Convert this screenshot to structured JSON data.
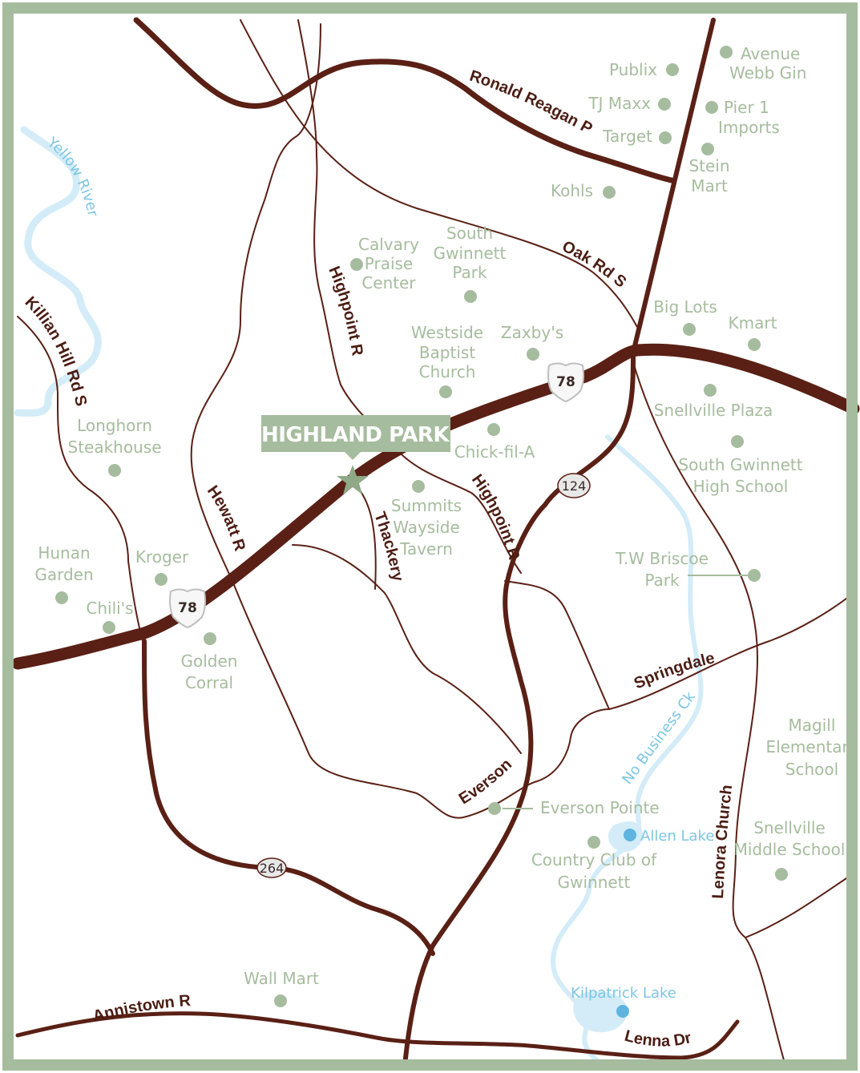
{
  "map": {
    "highlight": "HIGHLAND PARK",
    "colors": {
      "frame": "#a6bc9e",
      "road": "#5a2015",
      "poi": "#a6bc9e",
      "water": "#d3ecf8",
      "water_label": "#7cc6e4",
      "lake": "#5fb3df"
    },
    "poi": {
      "publix": "Publix",
      "avenue_webb_gin_1": "Avenue",
      "avenue_webb_gin_2": "Webb Gin",
      "tj_maxx": "TJ Maxx",
      "pier1_1": "Pier 1",
      "pier1_2": "Imports",
      "target": "Target",
      "stein_mart_1": "Stein",
      "stein_mart_2": "Mart",
      "kohls": "Kohls",
      "calvary_1": "Calvary",
      "calvary_2": "Praise",
      "calvary_3": "Center",
      "sgpark_1": "South",
      "sgpark_2": "Gwinnett",
      "sgpark_3": "Park",
      "westside_1": "Westside",
      "westside_2": "Baptist",
      "westside_3": "Church",
      "zaxbys": "Zaxby's",
      "big_lots": "Big Lots",
      "kmart": "Kmart",
      "snellville_plaza": "Snellville Plaza",
      "chick_fil_a": "Chick-fil-A",
      "longhorn_1": "Longhorn",
      "longhorn_2": "Steakhouse",
      "sghs_1": "South Gwinnett",
      "sghs_2": "High School",
      "summits_1": "Summits",
      "summits_2": "Wayside",
      "summits_3": "Tavern",
      "hunan_1": "Hunan",
      "hunan_2": "Garden",
      "kroger": "Kroger",
      "twbriscoe_1": "T.W Briscoe",
      "twbriscoe_2": "Park",
      "chilis": "Chili's",
      "golden_1": "Golden",
      "golden_2": "Corral",
      "magill_1": "Magill",
      "magill_2": "Elementary",
      "magill_3": "School",
      "everson_pointe": "Everson Pointe",
      "country_club_1": "Country Club of",
      "country_club_2": "Gwinnett",
      "snellville_ms_1": "Snellville",
      "snellville_ms_2": "Middle School",
      "wall_mart": "Wall Mart"
    },
    "roads": {
      "ronald_reagan": "Ronald Reagan Pkwy",
      "oak_rd": "Oak Rd SW",
      "highpoint_north": "Highpoint Rd",
      "highpoint_south": "Highpoint Rd",
      "killian_hill": "Killian Hill Rd SW",
      "hewatt": "Hewatt Rd",
      "thackery": "Thackery Rd",
      "springdale": "Springdale Rd",
      "everson": "Everson Rd",
      "lenora_church": "Lenora Church Rd",
      "annistown": "Annistown Road",
      "lenna": "Lenna Dr SW"
    },
    "water": {
      "yellow_river": "Yellow River",
      "no_business_ck": "No Business Ck",
      "allen_lake": "Allen Lake",
      "kilpatrick_lake": "Kilpatrick Lake"
    },
    "shields": {
      "us78": "78",
      "ga124": "124",
      "ga264": "264"
    }
  }
}
